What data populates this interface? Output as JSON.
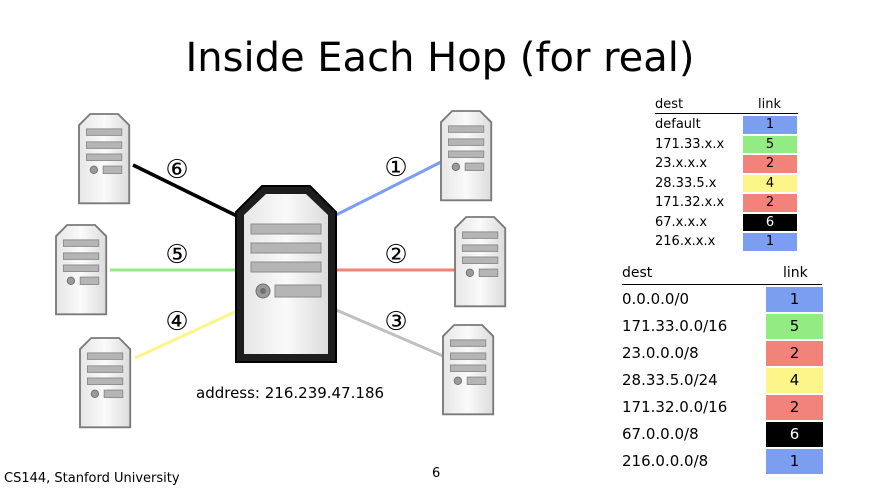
{
  "title": "Inside Each Hop (for real)",
  "address_label": "address: 216.239.47.186",
  "footer": "CS144, Stanford University",
  "page_number": "6",
  "colors": {
    "link1": "#7b9ef0",
    "link2": "#f2837a",
    "link3": "#c0c0c0",
    "link4": "#fbf58a",
    "link5": "#93ec83",
    "link6": "#000000"
  },
  "links": [
    {
      "label": "①",
      "color": "#7b9ef0"
    },
    {
      "label": "②",
      "color": "#f2837a"
    },
    {
      "label": "③",
      "color": "#c0c0c0"
    },
    {
      "label": "④",
      "color": "#fbf58a"
    },
    {
      "label": "⑤",
      "color": "#93ec83"
    },
    {
      "label": "⑥",
      "color": "#000000"
    }
  ],
  "small_table": {
    "header_dest": "dest",
    "header_link": "link",
    "rows": [
      {
        "dest": "default",
        "link": "1",
        "color": "#7b9ef0"
      },
      {
        "dest": "171.33.x.x",
        "link": "5",
        "color": "#93ec83"
      },
      {
        "dest": "23.x.x.x",
        "link": "2",
        "color": "#f2837a"
      },
      {
        "dest": "28.33.5.x",
        "link": "4",
        "color": "#fbf58a"
      },
      {
        "dest": "171.32.x.x",
        "link": "2",
        "color": "#f2837a"
      },
      {
        "dest": "67.x.x.x",
        "link": "6",
        "color": "#000000"
      },
      {
        "dest": "216.x.x.x",
        "link": "1",
        "color": "#7b9ef0"
      }
    ]
  },
  "large_table": {
    "header_dest": "dest",
    "header_link": "link",
    "rows": [
      {
        "dest": "0.0.0.0/0",
        "link": "1",
        "color": "#7b9ef0"
      },
      {
        "dest": "171.33.0.0/16",
        "link": "5",
        "color": "#93ec83"
      },
      {
        "dest": "23.0.0.0/8",
        "link": "2",
        "color": "#f2837a"
      },
      {
        "dest": "28.33.5.0/24",
        "link": "4",
        "color": "#fbf58a"
      },
      {
        "dest": "171.32.0.0/16",
        "link": "2",
        "color": "#f2837a"
      },
      {
        "dest": "67.0.0.0/8",
        "link": "6",
        "color": "#000000"
      },
      {
        "dest": "216.0.0.0/8",
        "link": "1",
        "color": "#7b9ef0"
      }
    ]
  }
}
